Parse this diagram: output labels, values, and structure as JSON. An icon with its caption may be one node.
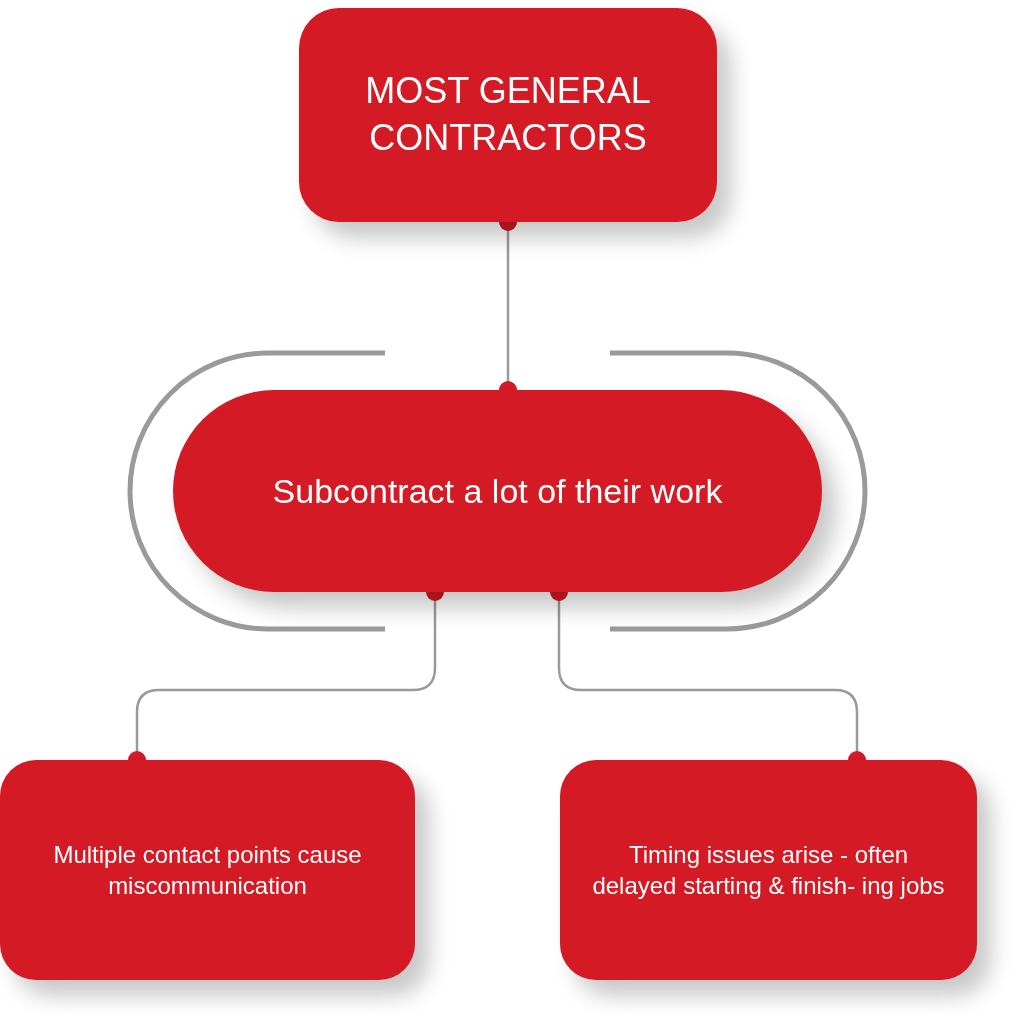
{
  "diagram": {
    "nodes": [
      {
        "text": [
          "MOST GENERAL CONTRACTORS"
        ]
      },
      {
        "text": [
          "Subcontract a lot of their work"
        ]
      },
      {
        "text": [
          "Multiple contact points cause miscommunication"
        ]
      },
      {
        "text": [
          "Timing issues arise - often delayed starting & finish- ing jobs"
        ]
      }
    ],
    "edges": [
      {
        "from": 0,
        "to": 1,
        "arrow": "other"
      },
      {
        "from": 1,
        "to": 2,
        "arrow": "other"
      },
      {
        "from": 1,
        "to": 3,
        "arrow": "other"
      }
    ]
  }
}
